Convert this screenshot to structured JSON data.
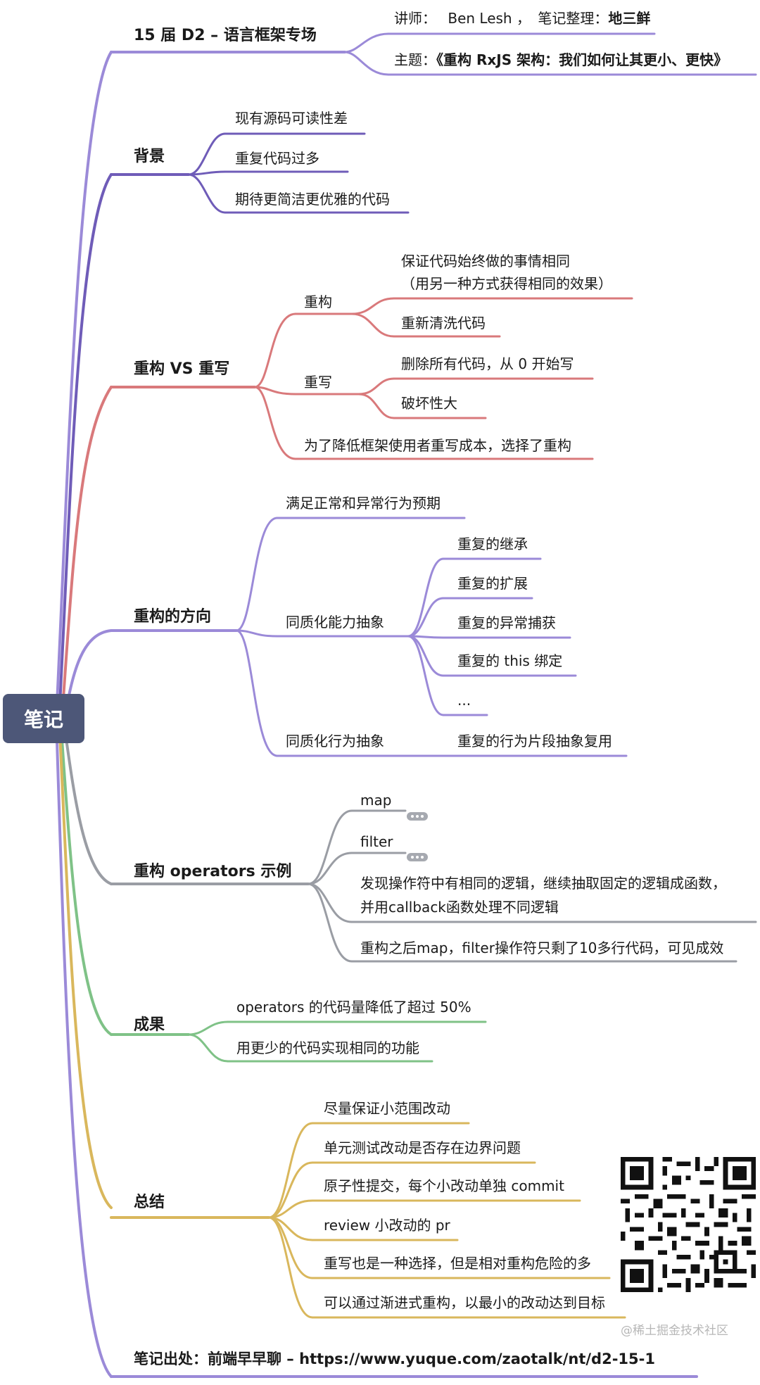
{
  "root": "笔记",
  "branch_colors": {
    "purple": "#9b8ad8",
    "deep_purple": "#6f5cb8",
    "red": "#d9797b",
    "gray": "#9a9da4",
    "green": "#7fc287",
    "gold": "#d9b75c"
  },
  "header": {
    "title": "15 届 D2 – 语言框架专场",
    "speaker_label": "讲师：",
    "speaker_value": "Ben Lesh ，",
    "notes_label": "笔记整理：",
    "notes_value": "地三鲜",
    "topic_label": "主题：",
    "topic_value": "《重构 RxJS 架构：我们如何让其更小、更快》"
  },
  "background": {
    "title": "背景",
    "items": [
      "现有源码可读性差",
      "重复代码过多",
      "期待更简洁更优雅的代码"
    ]
  },
  "refactor_vs_rewrite": {
    "title": "重构 VS 重写",
    "refactor_label": "重构",
    "refactor_items": [
      "保证代码始终做的事情相同",
      "（用另一种方式获得相同的效果）",
      "重新清洗代码"
    ],
    "rewrite_label": "重写",
    "rewrite_items": [
      "删除所有代码，从 0 开始写",
      "破坏性大"
    ],
    "conclusion": "为了降低框架使用者重写成本，选择了重构"
  },
  "direction": {
    "title": "重构的方向",
    "expectation": "满足正常和异常行为预期",
    "ability_label": "同质化能力抽象",
    "ability_items": [
      "重复的继承",
      "重复的扩展",
      "重复的异常捕获",
      "重复的 this 绑定",
      "..."
    ],
    "behavior_label": "同质化行为抽象",
    "behavior_item": "重复的行为片段抽象复用"
  },
  "operators": {
    "title": "重构 operators 示例",
    "items": [
      "map",
      "filter",
      "发现操作符中有相同的逻辑，继续抽取固定的逻辑成函数，",
      "并用callback函数处理不同逻辑",
      "重构之后map，filter操作符只剩了10多行代码，可见成效"
    ]
  },
  "results": {
    "title": "成果",
    "items": [
      "operators 的代码量降低了超过 50%",
      "用更少的代码实现相同的功能"
    ]
  },
  "summary": {
    "title": "总结",
    "items": [
      "尽量保证小范围改动",
      "单元测试改动是否存在边界问题",
      "原子性提交，每个小改动单独 commit",
      "review 小改动的 pr",
      "重写也是一种选择，但是相对重构危险的多",
      "可以通过渐进式重构，以最小的改动达到目标"
    ]
  },
  "source": {
    "label": "笔记出处：",
    "value": "前端早早聊 – https://www.yuque.com/zaotalk/nt/d2-15-1"
  },
  "watermark": "@稀土掘金技术社区"
}
